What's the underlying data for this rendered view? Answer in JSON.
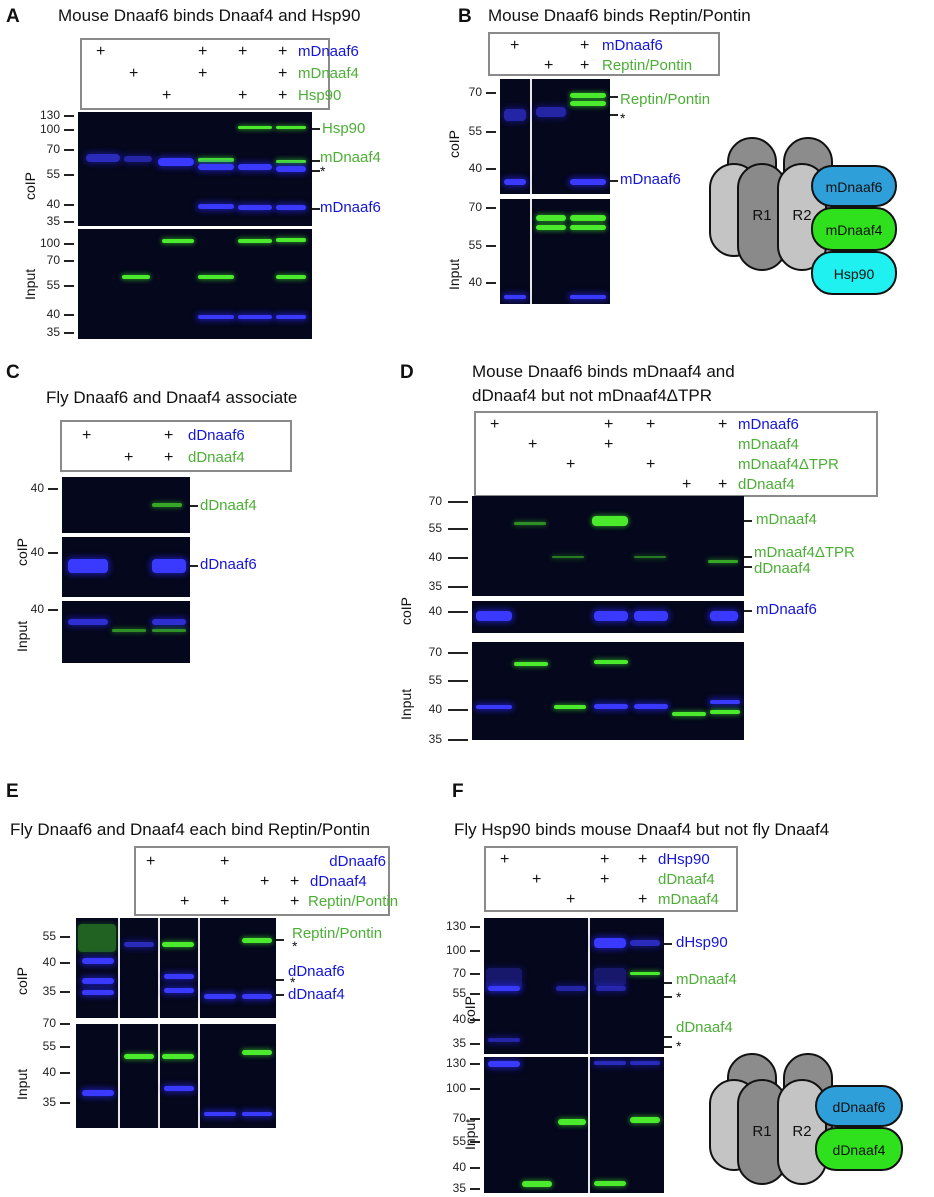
{
  "panels": {
    "A": {
      "letter": "A",
      "title": "Mouse Dnaaf6 binds Dnaaf4 and Hsp90",
      "legend": [
        "mDnaaf6",
        "mDnaaf4",
        "Hsp90"
      ],
      "colors": [
        "#1515d8",
        "#4caf35",
        "#4caf35"
      ],
      "coip_label": "coIP",
      "input_label": "Input",
      "mw_coip": [
        "130",
        "100",
        "70",
        "55",
        "40",
        "35"
      ],
      "mw_input": [
        "100",
        "70",
        "55",
        "40",
        "35"
      ],
      "right_labels": [
        "Hsp90",
        "mDnaaf4",
        "*",
        "mDnaaf6"
      ]
    },
    "B": {
      "letter": "B",
      "title": "Mouse Dnaaf6 binds Reptin/Pontin",
      "legend": [
        "mDnaaf6",
        "Reptin/Pontin"
      ],
      "coip_label": "coIP",
      "input_label": "Input",
      "mw_coip": [
        "70",
        "55",
        "40"
      ],
      "mw_input": [
        "70",
        "55",
        "40"
      ],
      "right_labels": [
        "Reptin/Pontin",
        "*",
        "mDnaaf6"
      ],
      "diagram": {
        "r1": "R1",
        "r2": "R2",
        "p1": "mDnaaf6",
        "p2": "mDnaaf4",
        "p3": "Hsp90"
      }
    },
    "C": {
      "letter": "C",
      "title": "Fly Dnaaf6 and Dnaaf4 associate",
      "legend": [
        "dDnaaf6",
        "dDnaaf4"
      ],
      "coip_label": "coIP",
      "input_label": "Input",
      "mw": [
        "40",
        "40",
        "40"
      ],
      "right_labels": [
        "dDnaaf4",
        "dDnaaf6"
      ]
    },
    "D": {
      "letter": "D",
      "title_line1": "Mouse Dnaaf6 binds mDnaaf4 and",
      "title_line2": "dDnaaf4 but not mDnaaf4ΔTPR",
      "legend": [
        "mDnaaf6",
        "mDnaaf4",
        "mDnaaf4ΔTPR",
        "dDnaaf4"
      ],
      "coip_label": "coIP",
      "input_label": "Input",
      "mw_coip": [
        "70",
        "55",
        "40",
        "35"
      ],
      "mw_mid": [
        "40"
      ],
      "mw_input": [
        "70",
        "55",
        "40",
        "35"
      ],
      "right_labels": [
        "mDnaaf4",
        "mDnaaf4ΔTPR",
        "dDnaaf4",
        "mDnaaf6"
      ]
    },
    "E": {
      "letter": "E",
      "title": "Fly Dnaaf6 and Dnaaf4 each bind Reptin/Pontin",
      "legend": [
        "dDnaaf6",
        "dDnaaf4",
        "Reptin/Pontin"
      ],
      "coip_label": "coIP",
      "input_label": "Input",
      "mw_coip": [
        "55",
        "40",
        "35"
      ],
      "mw_input": [
        "70",
        "55",
        "40",
        "35"
      ],
      "right_labels": [
        "Reptin/Pontin",
        "*",
        "dDnaaf6",
        "*",
        "dDnaaf4"
      ]
    },
    "F": {
      "letter": "F",
      "title": "Fly Hsp90 binds mouse Dnaaf4 but not fly Dnaaf4",
      "legend": [
        "dHsp90",
        "dDnaaf4",
        "mDnaaf4"
      ],
      "coip_label": "coIP",
      "input_label": "Input",
      "mw_coip": [
        "130",
        "100",
        "70",
        "55",
        "40",
        "35"
      ],
      "mw_input": [
        "130",
        "100",
        "70",
        "55",
        "40",
        "35"
      ],
      "right_labels": [
        "dHsp90",
        "mDnaaf4",
        "*",
        "dDnaaf4",
        "*"
      ],
      "diagram": {
        "r1": "R1",
        "r2": "R2",
        "p1": "dDnaaf6",
        "p2": "dDnaaf4"
      }
    }
  },
  "plus": "+",
  "colors": {
    "blue_label": "#1515d8",
    "green_label": "#4caf35",
    "blot_bg": "#05071c",
    "p_blue": "#2e9fd9",
    "p_green": "#2fe01c",
    "p_cyan": "#1ff0f0"
  }
}
